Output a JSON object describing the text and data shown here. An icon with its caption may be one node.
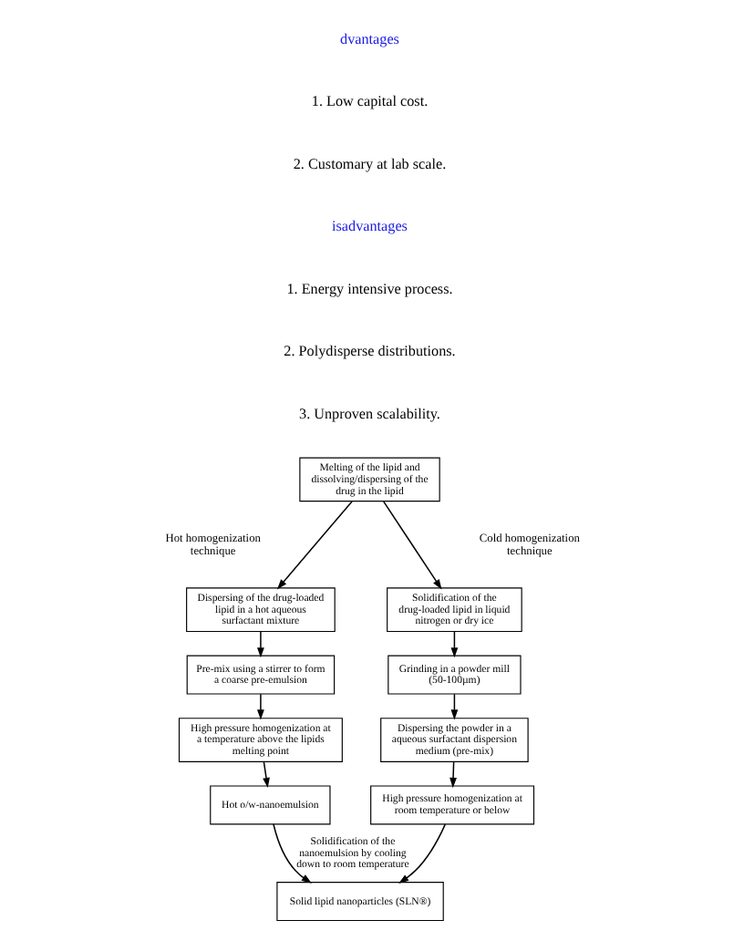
{
  "diagram": {
    "nodes": [
      {
        "text": [
          "Melting of the lipid and dissolving/dispersing of the drug in the lipid"
        ]
      },
      {
        "text": [
          "Dispersing of the drug-loaded lipid in a hot aqueous surfactant mixture"
        ]
      },
      {
        "text": [
          "Pre-mix using a stirrer to form a coarse pre-emulsion"
        ]
      },
      {
        "text": [
          "High pressure homogenization at a temperature above the lipids melting point"
        ]
      },
      {
        "text": [
          "Hot o/w-nanoemulsion"
        ]
      },
      {
        "text": [
          "Solidification of the drug-loaded lipid in liquid nitrogen or dry ice"
        ]
      },
      {
        "text": [
          "Grinding in a powder mill (50-100µm)"
        ]
      },
      {
        "text": [
          "Dispersing the powder in a aqueous surfactant dispersion medium (pre-mix)"
        ]
      },
      {
        "text": [
          "High pressure homogenization at room temperature or below"
        ]
      },
      {
        "text": [
          "Solid lipid nanoparticles (SLN®)"
        ]
      }
    ],
    "edges": [
      {
        "from": 0,
        "to": 1,
        "arrow": "to"
      },
      {
        "from": 0,
        "to": 5,
        "arrow": "to"
      },
      {
        "from": 1,
        "to": 2,
        "arrow": "to"
      },
      {
        "from": 2,
        "to": 3,
        "arrow": "to"
      },
      {
        "from": 3,
        "to": 4,
        "arrow": "to"
      },
      {
        "from": 5,
        "to": 6,
        "arrow": "to"
      },
      {
        "from": 6,
        "to": 7,
        "arrow": "to"
      },
      {
        "from": 7,
        "to": 8,
        "arrow": "to"
      },
      {
        "from": 4,
        "to": 9,
        "arrow": "to",
        "label": "Solidification of the nanoemulsion by cooling down to room temperature"
      },
      {
        "from": 8,
        "to": 9,
        "arrow": "to"
      }
    ],
    "labels": [
      "dvantages",
      "1. Low capital cost.",
      "2. Customary at lab scale.",
      "isadvantages",
      "1. Energy intensive process.",
      "2. Polydisperse distributions.",
      "3. Unproven scalability.",
      "Hot homogenization technique",
      "Cold homogenization technique"
    ]
  }
}
